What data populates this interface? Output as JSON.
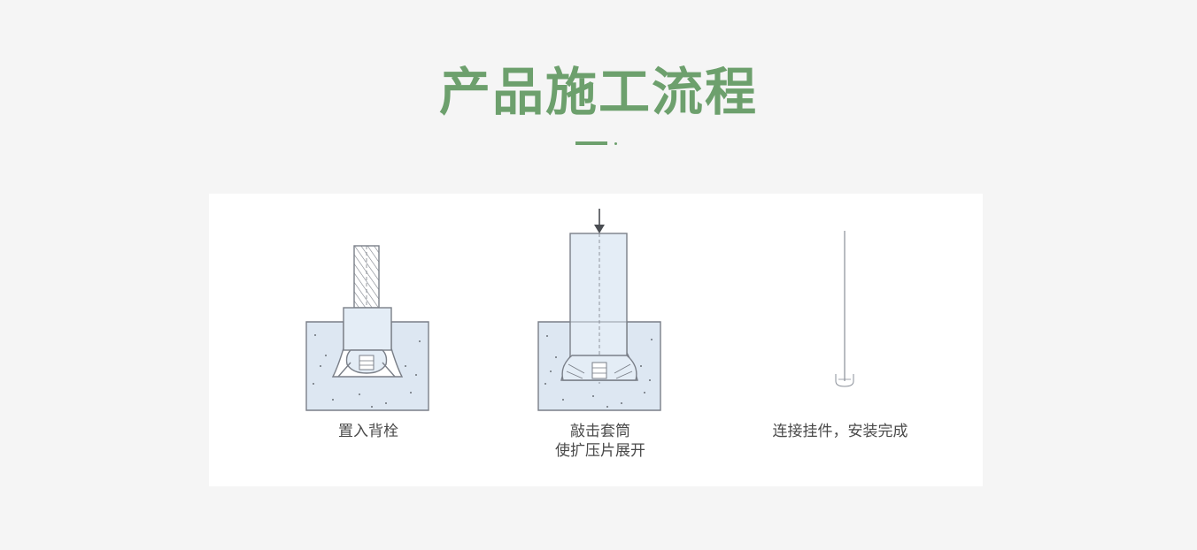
{
  "title": "产品施工流程",
  "steps": [
    {
      "caption_lines": [
        "置入背栓"
      ]
    },
    {
      "caption_lines": [
        "敲击套筒",
        "使扩压片展开"
      ]
    },
    {
      "caption_lines": [
        "连接挂件，安装完成"
      ]
    }
  ],
  "colors": {
    "accent": "#6da06d",
    "stone": "#dde7f2",
    "line": "#7a7f88",
    "bolt": "#e4edf6"
  }
}
